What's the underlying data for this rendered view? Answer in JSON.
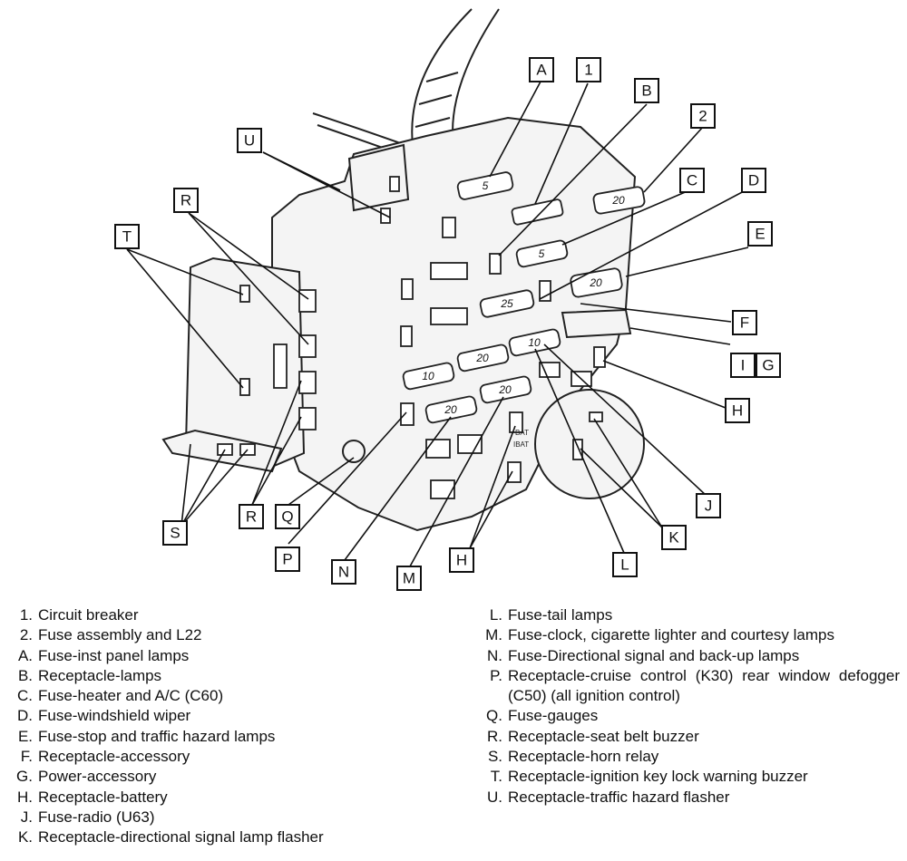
{
  "callouts": {
    "A": "A",
    "one": "1",
    "B": "B",
    "two": "2",
    "C": "C",
    "D": "D",
    "E": "E",
    "F": "F",
    "I": "I",
    "G": "G",
    "H1": "H",
    "U": "U",
    "R1": "R",
    "T": "T",
    "S": "S",
    "R2": "R",
    "Q": "Q",
    "P": "P",
    "N": "N",
    "M": "M",
    "H2": "H",
    "L": "L",
    "K": "K",
    "J": "J"
  },
  "fuse_labels": [
    "5",
    "20",
    "5",
    "25",
    "20",
    "10",
    "20",
    "10",
    "20",
    "20"
  ],
  "body_labels": {
    "bat": "BAT",
    "ibat": "IBAT"
  },
  "legend": {
    "left": [
      {
        "key": "1.",
        "text": "Circuit breaker"
      },
      {
        "key": "2.",
        "text": "Fuse assembly and L22"
      },
      {
        "key": "A.",
        "text": "Fuse-inst panel lamps"
      },
      {
        "key": "B.",
        "text": "Receptacle-lamps"
      },
      {
        "key": "C.",
        "text": "Fuse-heater and A/C (C60)"
      },
      {
        "key": "D.",
        "text": "Fuse-windshield wiper"
      },
      {
        "key": "E.",
        "text": "Fuse-stop and traffic hazard lamps"
      },
      {
        "key": "F.",
        "text": "Receptacle-accessory"
      },
      {
        "key": "G.",
        "text": "Power-accessory"
      },
      {
        "key": "H.",
        "text": "Receptacle-battery"
      },
      {
        "key": "J.",
        "text": "Fuse-radio (U63)"
      },
      {
        "key": "K.",
        "text": "Receptacle-directional signal lamp flasher"
      }
    ],
    "right": [
      {
        "key": "L.",
        "text": "Fuse-tail lamps"
      },
      {
        "key": "M.",
        "text": "Fuse-clock, cigarette lighter and courtesy lamps"
      },
      {
        "key": "N.",
        "text": "Fuse-Directional signal and back-up lamps"
      },
      {
        "key": "P.",
        "text": "Receptacle-cruise control (K30) rear window defogger (C50) (all ignition control)"
      },
      {
        "key": "Q.",
        "text": "Fuse-gauges"
      },
      {
        "key": "R.",
        "text": "Receptacle-seat belt buzzer"
      },
      {
        "key": "S.",
        "text": "Receptacle-horn relay"
      },
      {
        "key": "T.",
        "text": "Receptacle-ignition key lock warning buzzer"
      },
      {
        "key": "U.",
        "text": "Receptacle-traffic hazard flasher"
      }
    ]
  }
}
